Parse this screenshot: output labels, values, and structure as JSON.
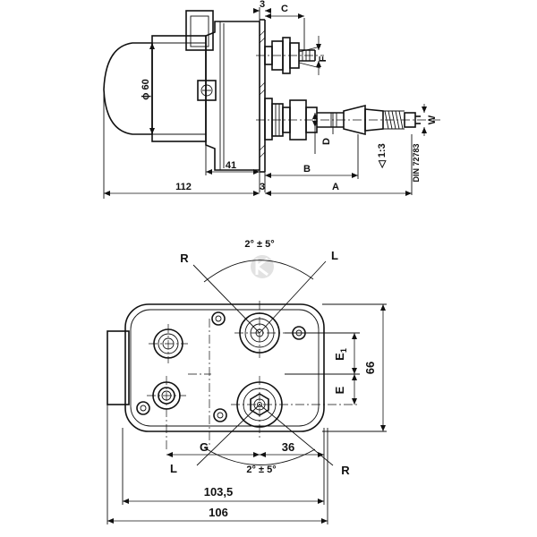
{
  "top_view": {
    "dims": {
      "d3_top": "3",
      "c": "C",
      "f": "F",
      "phi60": "ϕ 60",
      "w": "W",
      "d": "D",
      "taper": "◁ 1:3",
      "din": "DIN 72783",
      "d41": "41",
      "b": "B",
      "d112": "112",
      "d3_bottom": "3",
      "a": "A"
    }
  },
  "bottom_view": {
    "angle_top": "2° ± 5°",
    "angle_bottom": "2° ± 5°",
    "r_top": "R",
    "l_top": "L",
    "l_bottom": "L",
    "r_bottom": "R",
    "e1": "E",
    "e1_sub": "1",
    "e": "E",
    "d66": "66",
    "g": "G",
    "d36": "36",
    "d103_5": "103,5",
    "d106": "106"
  }
}
